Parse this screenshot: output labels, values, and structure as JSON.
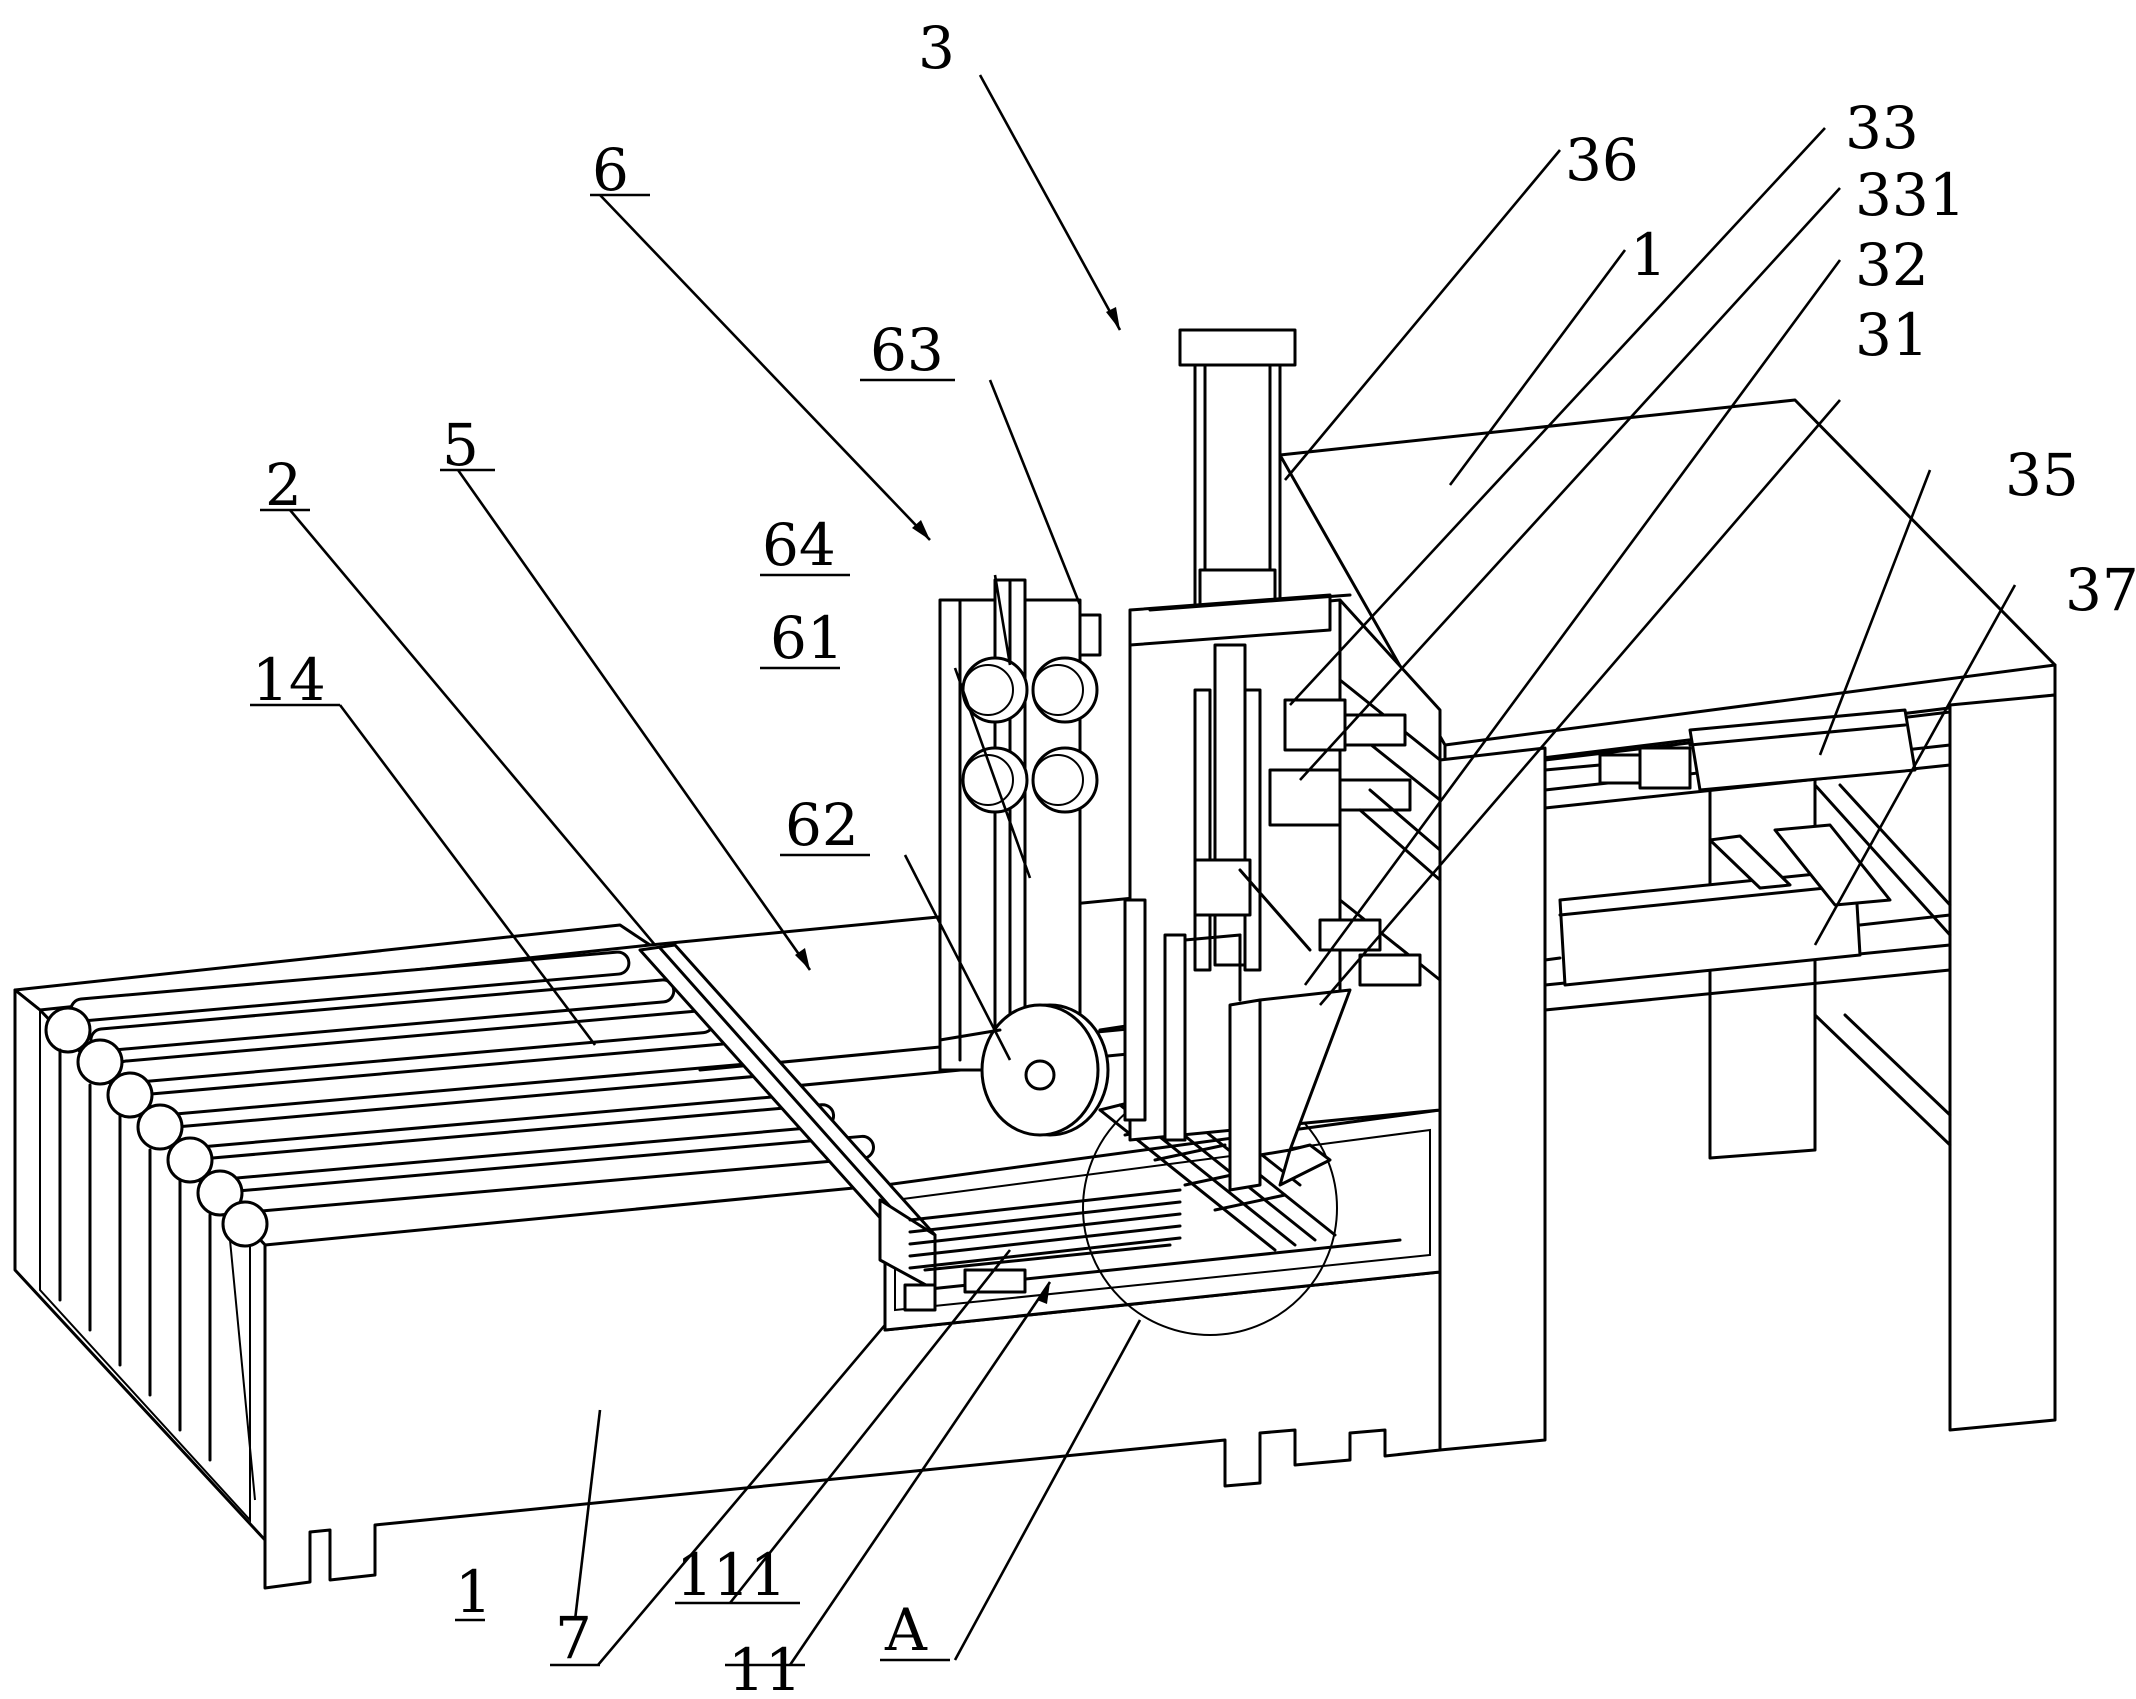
{
  "labels": {
    "l3": "3",
    "l33": "33",
    "l36": "36",
    "l331": "331",
    "l6": "6",
    "l1_top": "1",
    "l32": "32",
    "l31": "31",
    "l63": "63",
    "l5": "5",
    "l35": "35",
    "l2": "2",
    "l64": "64",
    "l37": "37",
    "l61": "61",
    "l14": "14",
    "l62": "62",
    "l1_bottom": "1",
    "l7": "7",
    "l111": "111",
    "l11": "11",
    "lA": "A"
  }
}
